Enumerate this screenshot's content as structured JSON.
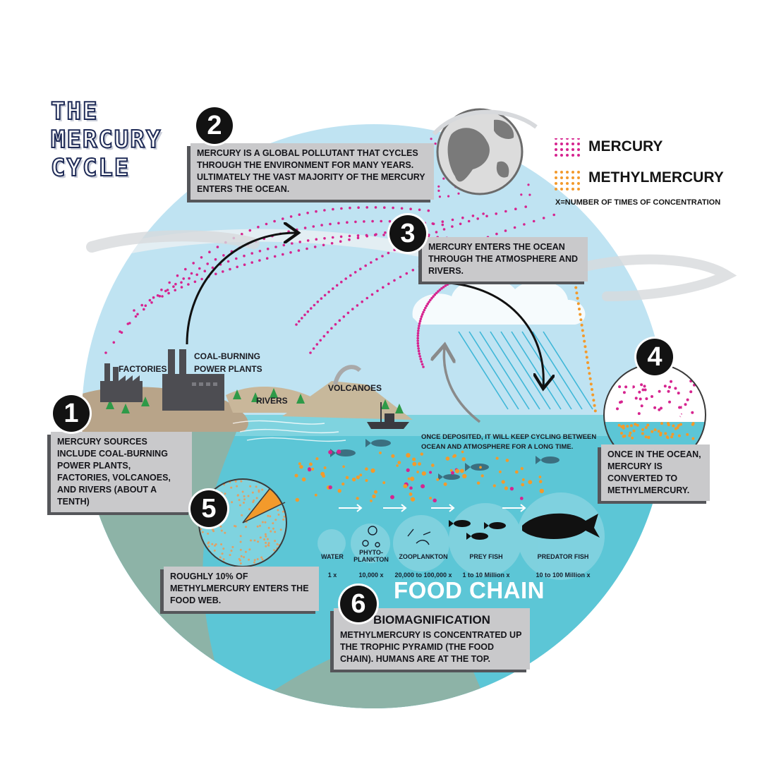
{
  "title": {
    "line1": "THE",
    "line2": "MERCURY",
    "line3": "CYCLE"
  },
  "legend": {
    "mercury": "MERCURY",
    "methylmercury": "METHYLMERCURY",
    "note": "X=NUMBER OF TIMES OF CONCENTRATION"
  },
  "steps": [
    {
      "number": "1",
      "text": "MERCURY SOURCES INCLUDE COAL-BURNING POWER PLANTS, FACTORIES, VOLCANOES, AND RIVERS (ABOUT A TENTH)"
    },
    {
      "number": "2",
      "text": "MERCURY IS A GLOBAL POLLUTANT THAT CYCLES THROUGH THE ENVIRONMENT FOR MANY YEARS. ULTIMATELY THE VAST MAJORITY OF THE MERCURY ENTERS THE OCEAN."
    },
    {
      "number": "3",
      "text": "MERCURY ENTERS THE OCEAN THROUGH THE ATMOSPHERE AND RIVERS."
    },
    {
      "number": "4",
      "text": "ONCE IN THE OCEAN, MERCURY IS CONVERTED TO METHYLMERCURY."
    },
    {
      "number": "5",
      "text": "ROUGHLY 10% OF METHYLMERCURY ENTERS THE FOOD WEB."
    },
    {
      "number": "6",
      "title": "BIOMAGNIFICATION",
      "text": "METHYLMERCURY IS CONCENTRATED UP THE TROPHIC PYRAMID (THE FOOD CHAIN). HUMANS ARE AT THE TOP."
    }
  ],
  "labels": {
    "factories": "FACTORIES",
    "power_plants_1": "COAL-BURNING",
    "power_plants_2": "POWER PLANTS",
    "rivers": "RIVERS",
    "volcanoes": "VOLCANOES",
    "cycling_1": "ONCE DEPOSITED, IT WILL KEEP CYCLING BETWEEN",
    "cycling_2": "OCEAN AND ATMOSPHERE FOR A LONG TIME."
  },
  "food_chain": {
    "title": "FOOD CHAIN",
    "levels": [
      {
        "name": "WATER",
        "name2": "",
        "value": "1 x"
      },
      {
        "name": "PHYTO-",
        "name2": "PLANKTON",
        "value": "10,000 x"
      },
      {
        "name": "ZOOPLANKTON",
        "name2": "",
        "value": "20,000 to 100,000 x"
      },
      {
        "name": "PREY FISH",
        "name2": "",
        "value": "1 to 10 Million x"
      },
      {
        "name": "PREDATOR FISH",
        "name2": "",
        "value": "10 to 100 Million x"
      }
    ]
  },
  "colors": {
    "mercury": "#d6248f",
    "methylmercury": "#f39a2b",
    "sky": "#bfe3f2",
    "ocean": "#5cc6d6",
    "deep": "#8db3a7",
    "box": "#c9c9cb"
  },
  "icons": [
    "factory-icon",
    "power-plant-icon",
    "volcano-icon",
    "globe-icon",
    "fishing-boat-icon",
    "fish-icon",
    "predator-fish-icon",
    "plankton-icon",
    "cloud-icon",
    "arrow-icon"
  ]
}
